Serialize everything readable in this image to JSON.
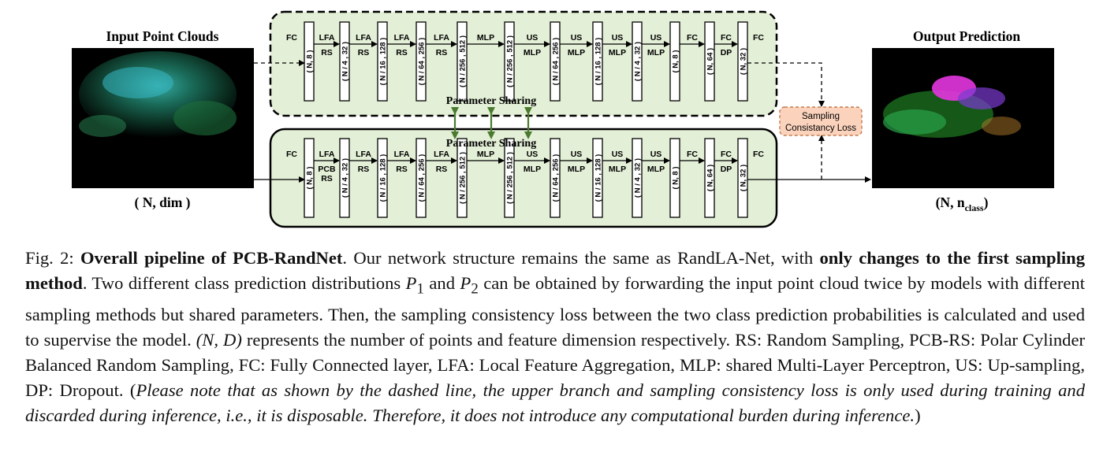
{
  "figure": {
    "input_title": "Input Point Clouds",
    "input_dims": "( N, dim )",
    "output_title": "Output Prediction",
    "output_dims_main": "(N, n",
    "output_dims_sub": "class",
    "output_dims_close": ")",
    "param_sharing_top": "Parameter Sharing",
    "param_sharing_bottom": "Parameter Sharing",
    "loss_line1": "Sampling",
    "loss_line2": "Consistancy Loss",
    "top_branch": {
      "blocks": [
        "( N, 8 )",
        "( N / 4 , 32 )",
        "( N / 16 , 128 )",
        "( N / 64 , 256 )",
        "( N / 256 , 512 )",
        "( N / 256 , 512 )",
        "( N / 64 , 256 )",
        "( N / 16 , 128 )",
        "( N / 4 , 32 )",
        "( N, 8 )",
        "( N, 64 )",
        "( N, 32 )"
      ],
      "ops_top": [
        "FC",
        "LFA",
        "LFA",
        "LFA",
        "LFA",
        "MLP",
        "US",
        "US",
        "US",
        "US",
        "FC",
        "FC",
        "FC"
      ],
      "ops_bottom": [
        "",
        "RS",
        "RS",
        "RS",
        "RS",
        "",
        "MLP",
        "MLP",
        "MLP",
        "MLP",
        "",
        "DP",
        ""
      ]
    },
    "bottom_branch": {
      "blocks": [
        "( N, 8 )",
        "( N / 4 , 32 )",
        "( N / 16 , 128 )",
        "( N / 64 , 256 )",
        "( N / 256 , 512 )",
        "( N / 256 , 512 )",
        "( N / 64 , 256 )",
        "( N / 16 , 128 )",
        "( N / 4 , 32 )",
        "( N, 8 )",
        "( N, 64 )",
        "( N, 32 )"
      ],
      "ops_top": [
        "FC",
        "LFA",
        "LFA",
        "LFA",
        "LFA",
        "MLP",
        "US",
        "US",
        "US",
        "US",
        "FC",
        "FC",
        "FC"
      ],
      "ops_bottom": [
        "",
        "PCB",
        "RS",
        "RS",
        "RS",
        "",
        "MLP",
        "MLP",
        "MLP",
        "MLP",
        "",
        "DP",
        ""
      ],
      "ops_bottom2": [
        "",
        "RS",
        "",
        "",
        "",
        "",
        "",
        "",
        "",
        "",
        "",
        "",
        ""
      ]
    },
    "colors": {
      "branch_fill": "#e3efd6",
      "arrow_green": "#4a7a2e",
      "loss_fill": "#fbd3bd",
      "loss_border": "#c47a4a"
    }
  },
  "caption": {
    "s1": "Fig. 2: ",
    "b1": "Overall pipeline of PCB-RandNet",
    "s2": ". Our network structure remains the same as RandLA-Net, with ",
    "b2": "only changes to the first sampling method",
    "s3": ". Two different class prediction distributions ",
    "p1": "P",
    "p1sub": "1",
    "s4": " and ",
    "p2": "P",
    "p2sub": "2",
    "s5": " can be obtained by forwarding the input point cloud twice by models with different sampling methods but shared parameters. Then, the sampling consistency loss between the two class prediction probabilities is calculated and used to supervise the model. ",
    "nd": "(N, D)",
    "s6": " represents the number of points and feature dimension respectively. RS: Random Sampling, PCB-RS: Polar Cylinder Balanced Random Sampling, FC: Fully Connected layer, LFA: Local Feature Aggregation, MLP: shared Multi-Layer Perceptron, US: Up-sampling, DP: Dropout. (",
    "i1": "Please note that as shown by the dashed line, the upper branch and sampling consistency loss is only used during training and discarded during inference, i.e., it is disposable. Therefore, it does not introduce any computational burden during inference.",
    "s7": ")"
  }
}
